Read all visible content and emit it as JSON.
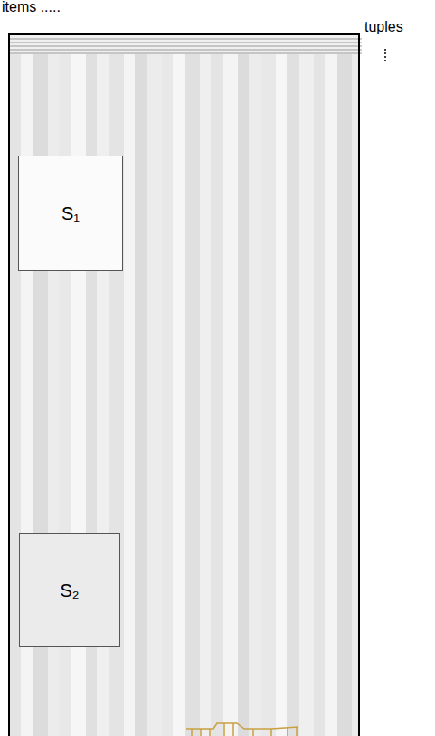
{
  "diagram": {
    "nodes": [
      {
        "text": [
          "items ....."
        ]
      },
      {
        "text": [
          "S₁"
        ],
        "in": 0
      },
      {
        "text": [
          "S₂"
        ],
        "in": 0
      }
    ],
    "labels": [
      "tuples"
    ]
  }
}
